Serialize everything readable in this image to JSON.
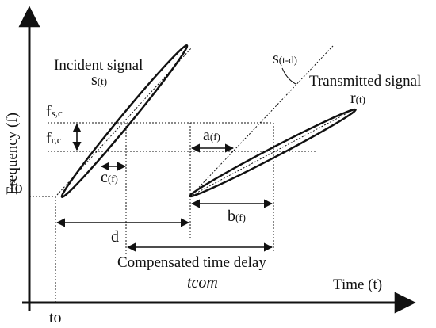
{
  "axes": {
    "y_label": "Frequency (f)",
    "x_label": "Time (t)"
  },
  "labels": {
    "incident_title": "Incident signal",
    "incident_sym": "s",
    "incident_arg": "(t)",
    "delayed_sym": "s",
    "delayed_arg": "(t-d)",
    "transmitted_title": "Transmitted signal",
    "transmitted_sym": "r",
    "transmitted_arg": "(t)",
    "fsc_main": "f",
    "fsc_sub": "s,c",
    "frc_main": "f",
    "frc_sub": "r,c",
    "fo": "fo",
    "to": "to",
    "a": "a",
    "a_arg": "(f)",
    "b": "b",
    "b_arg": "(f)",
    "c": "c",
    "c_arg": "(f)",
    "d": "d",
    "comp_delay": "Compensated time delay",
    "tcom": "tcom"
  }
}
